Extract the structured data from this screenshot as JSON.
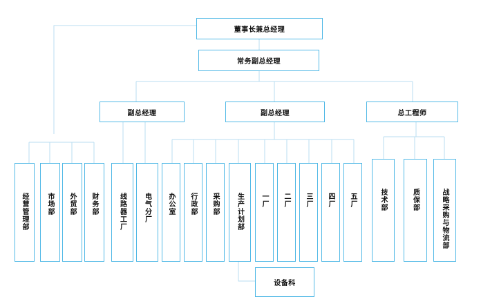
{
  "top": {
    "chairman": "董事长兼总经理",
    "evp": "常务副总经理"
  },
  "mid": {
    "vp_left": "副总经理",
    "vp_center": "副总经理",
    "chief_engineer": "总工程师"
  },
  "departments": {
    "business_mgmt": "经营管理部",
    "marketing": "市场部",
    "foreign_trade": "外贸部",
    "finance": "财务部",
    "cable_factory": "线路器工厂",
    "electrical_branch": "电气分厂",
    "office": "办公室",
    "admin": "行政部",
    "purchasing": "采购部",
    "production_planning": "生产计划部",
    "factory1": "一厂",
    "factory2": "二厂",
    "factory3": "三厂",
    "factory4": "四厂",
    "factory5": "五厂",
    "technology": "技术部",
    "quality": "质保部",
    "strategic_procurement": "战略采购与物流部"
  },
  "equipment_section": "设备科",
  "colors": {
    "box_border": "#4fb8e6",
    "line": "#b9ddf0"
  }
}
